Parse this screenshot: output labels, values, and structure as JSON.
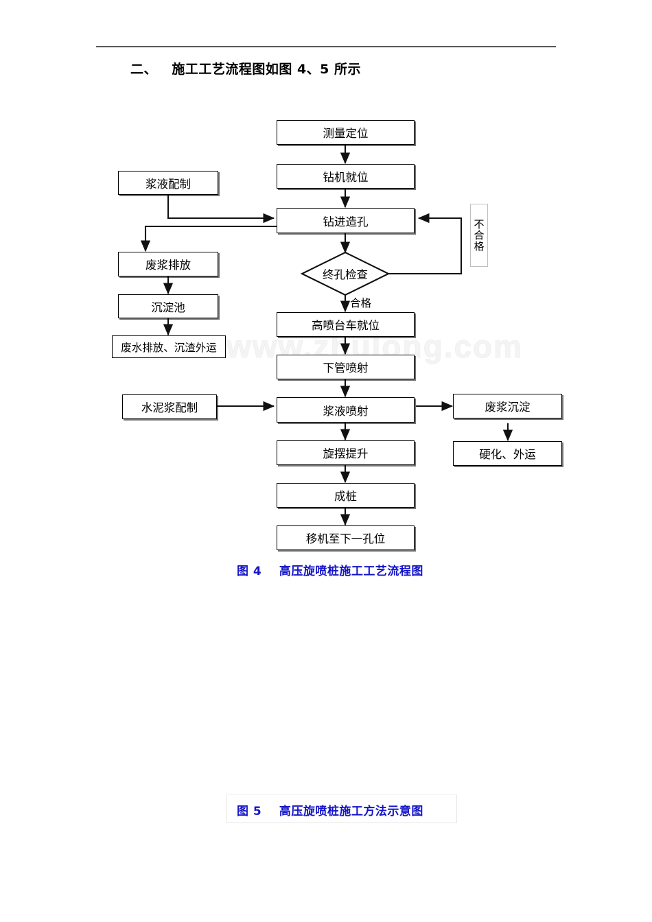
{
  "document": {
    "section_heading": "二、   施工工艺流程图如图 4、5 所示",
    "watermark": "www.zhulong.com"
  },
  "figure4": {
    "caption": "图 4    高压旋喷桩施工工艺流程图",
    "caption_color": "#1414c8",
    "nodes": {
      "survey_positioning": "测量定位",
      "drill_in_place": "钻机就位",
      "drilling_hole": "钻进造孔",
      "slurry_preparation": "浆液配制",
      "waste_slurry_discharge": "废浆排放",
      "sedimentation_tank": "沉淀池",
      "wastewater_slag": "废水排放、沉渣外运",
      "hole_inspection": "终孔检查",
      "reject_label": "不合格",
      "pass_label": "合格",
      "jet_trolley_in_place": "高喷台车就位",
      "pipe_lowering_jetting": "下管喷射",
      "cement_slurry_preparation": "水泥浆配制",
      "slurry_jetting": "浆液喷射",
      "waste_slurry_settling": "废浆沉淀",
      "harden_transport": "硬化、外运",
      "rotary_lifting": "旋摆提升",
      "pile_forming": "成桩",
      "move_to_next_hole": "移机至下一孔位"
    }
  },
  "figure5": {
    "caption": "图 5    高压旋喷桩施工方法示意图",
    "caption_color": "#1414c8"
  }
}
